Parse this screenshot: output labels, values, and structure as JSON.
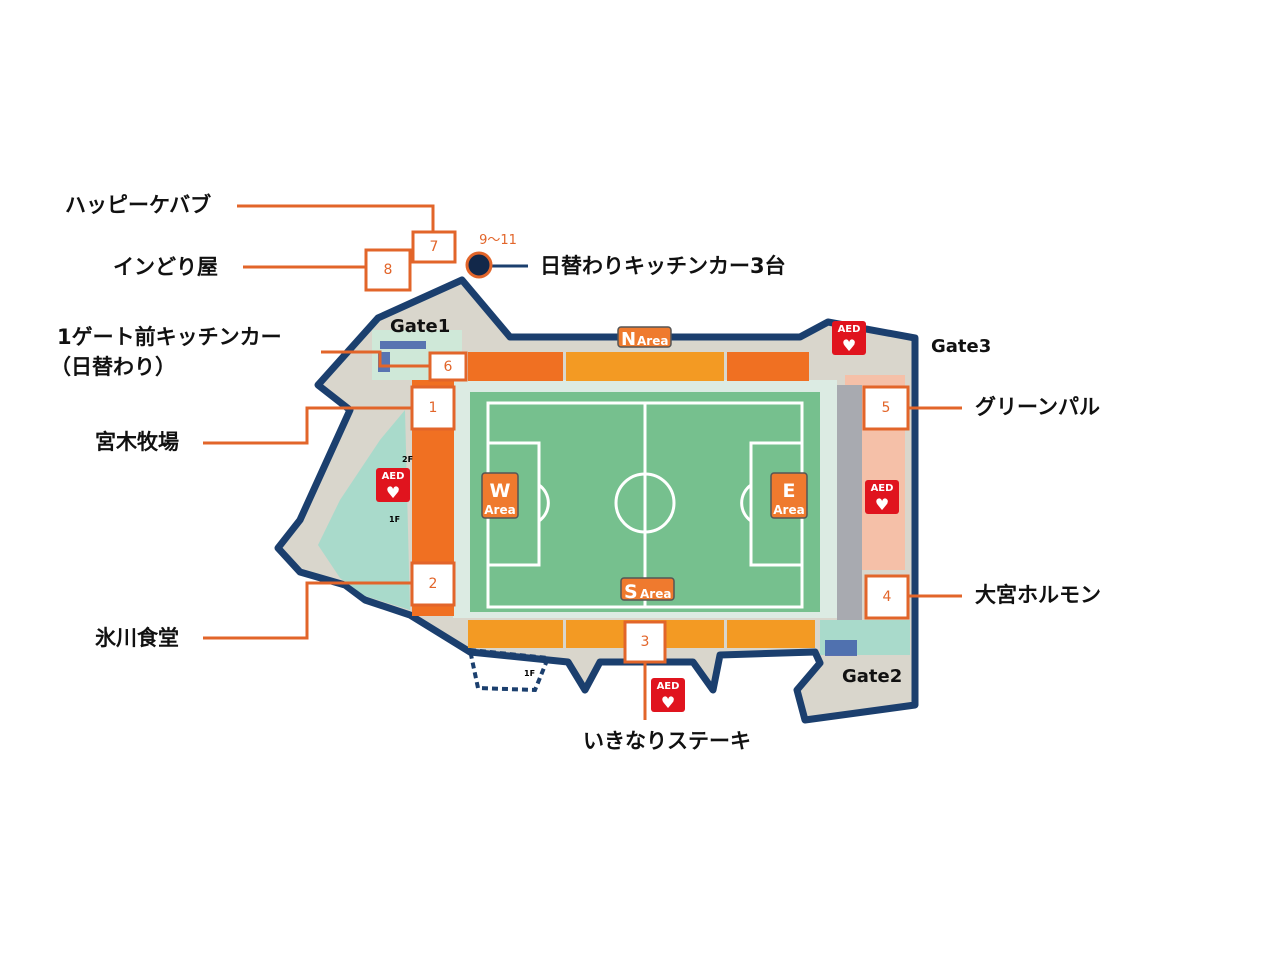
{
  "title": "Stadium food vendor map",
  "colors": {
    "accent": "#e2652a",
    "outline": "#1b3f6e",
    "pitch": "#76c08e",
    "aed": "#e0141e"
  },
  "vendors": [
    {
      "num": "1",
      "name": "宮木牧場"
    },
    {
      "num": "2",
      "name": "氷川食堂"
    },
    {
      "num": "3",
      "name": "いきなりステーキ"
    },
    {
      "num": "4",
      "name": "大宮ホルモン"
    },
    {
      "num": "5",
      "name": "グリーンパル"
    },
    {
      "num": "6",
      "name": "1ゲート前キッチンカー",
      "name2": "（日替わり）"
    },
    {
      "num": "7",
      "name": "ハッピーケバブ"
    },
    {
      "num": "8",
      "name": "インどり屋"
    }
  ],
  "kitchen_cars": {
    "range": "9～11",
    "name": "日替わりキッチンカー3台"
  },
  "gates": [
    "Gate1",
    "Gate2",
    "Gate3"
  ],
  "areas": [
    {
      "letter": "N",
      "word": "Area"
    },
    {
      "letter": "W",
      "word": "Area"
    },
    {
      "letter": "E",
      "word": "Area"
    },
    {
      "letter": "S",
      "word": "Area"
    }
  ],
  "aed_label": "AED",
  "floors": [
    "2F",
    "1F",
    "1F"
  ]
}
